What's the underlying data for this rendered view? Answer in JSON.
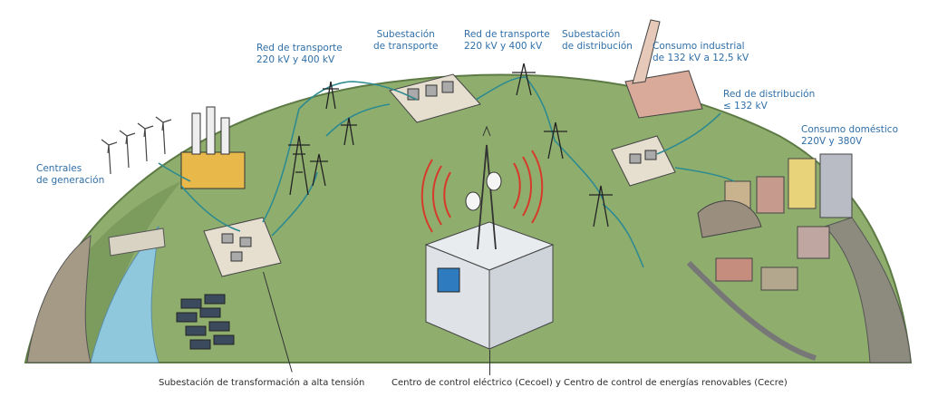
{
  "labels": {
    "red_transporte_1": [
      "Red de transporte",
      "220 kV y 400 kV"
    ],
    "subestacion_transporte": [
      "Subestación",
      "de transporte"
    ],
    "red_transporte_2": [
      "Red de transporte",
      "220 kV y 400 kV"
    ],
    "subestacion_distribucion": [
      "Subestación",
      "de distribución"
    ],
    "consumo_industrial": [
      "Consumo industrial",
      "de 132 kV a 12,5 kV"
    ],
    "red_distribucion": [
      "Red de distribución",
      "≤ 132 kV"
    ],
    "consumo_domestico": [
      "Consumo doméstico",
      "220V y 380V"
    ],
    "centrales_generacion": [
      "Centrales",
      "de generación"
    ],
    "subestacion_alta_tension": "Subestación de transformación a alta tensión",
    "centro_control": "Centro de control eléctrico (Cecoel) y Centro de control de energías renovables (Cecre)"
  },
  "colors": {
    "label_text": "#2f6fa8",
    "caption_text": "#2b2b2b",
    "hill": "#8fae6e",
    "sky": "#ffffff",
    "water": "#8fc8dd",
    "power_line": "#2e8a8f",
    "signal": "#d63a2a"
  }
}
